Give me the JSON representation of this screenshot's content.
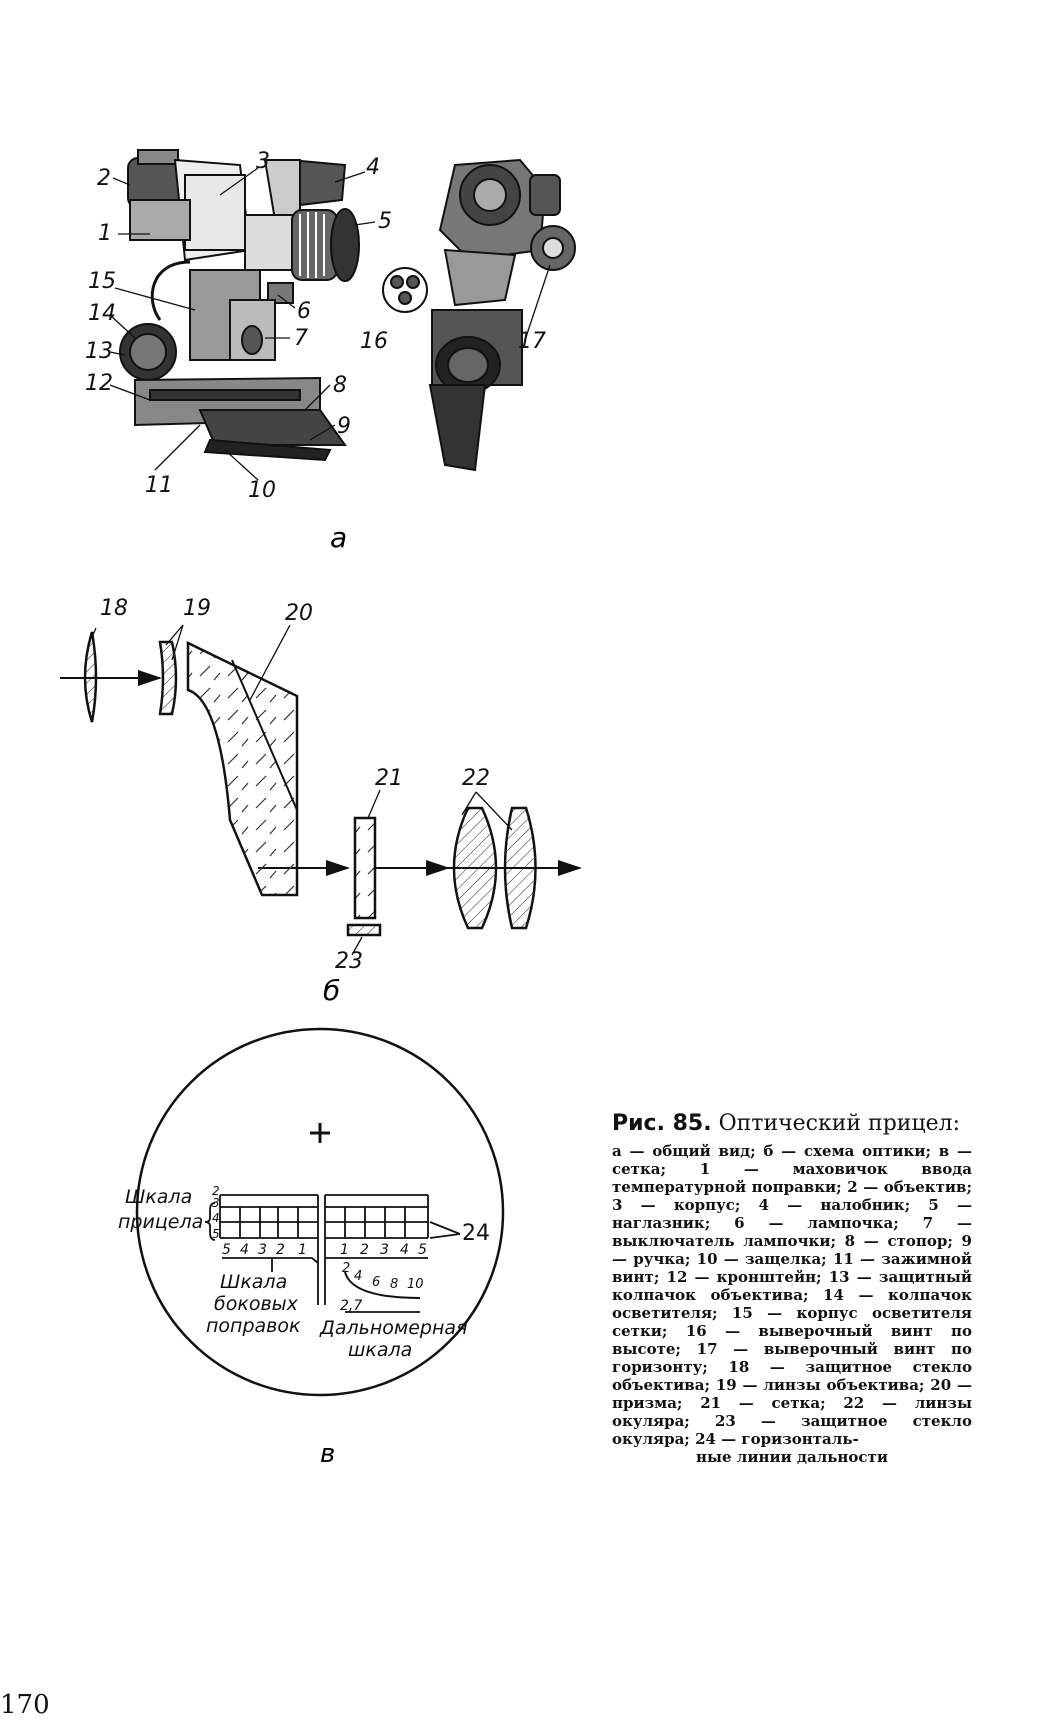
{
  "figure_a": {
    "label": "а",
    "callouts": [
      "1",
      "2",
      "3",
      "4",
      "5",
      "6",
      "7",
      "8",
      "9",
      "10",
      "11",
      "12",
      "13",
      "14",
      "15",
      "16",
      "17"
    ]
  },
  "figure_b": {
    "label": "б",
    "callouts": [
      "18",
      "19",
      "20",
      "21",
      "22",
      "23"
    ]
  },
  "figure_v": {
    "label": "в",
    "scale_label_line1": "Шкала",
    "scale_label_line2": "прицела",
    "scale_digits": [
      "2",
      "3",
      "4",
      "5"
    ],
    "left_numbers": [
      "5",
      "4",
      "3",
      "2",
      "1"
    ],
    "right_numbers": [
      "1",
      "2",
      "3",
      "4",
      "5"
    ],
    "side_label_line1": "Шкала",
    "side_label_line2": "боковых",
    "side_label_line3": "поправок",
    "range_numbers": [
      "2",
      "4",
      "6",
      "8",
      "10"
    ],
    "range_extra": "2,7",
    "range_label_line1": "Дальномерная",
    "range_label_line2": "шкала",
    "callout_24": "24"
  },
  "caption": {
    "prefix": "Рис. 85.",
    "title": " Оптический прицел:",
    "body_main": "а — общий вид; б — схема оптики; в — сетка; 1 — маховичок ввода температурной поправки; 2 — объектив; 3 — корпус; 4 — налобник; 5 — наглазник; 6 — лампочка; 7 — выключатель лампочки; 8 — стопор; 9 — ручка; 10 — защелка; 11 — зажимной винт; 12 — кронштейн; 13 — защитный колпачок объектива; 14 — колпачок осветителя; 15 — корпус осветителя сетки; 16 — выверочный винт по высоте; 17 — выверочный винт по горизонту; 18 — защитное стекло объектива; 19 — линзы объектива; 20 — призма; 21 — сетка; 22 — линзы окуляра; 23 — защитное стекло окуляра; 24 — горизонталь-",
    "body_last": "ные линии дальности"
  },
  "page_number": "170"
}
